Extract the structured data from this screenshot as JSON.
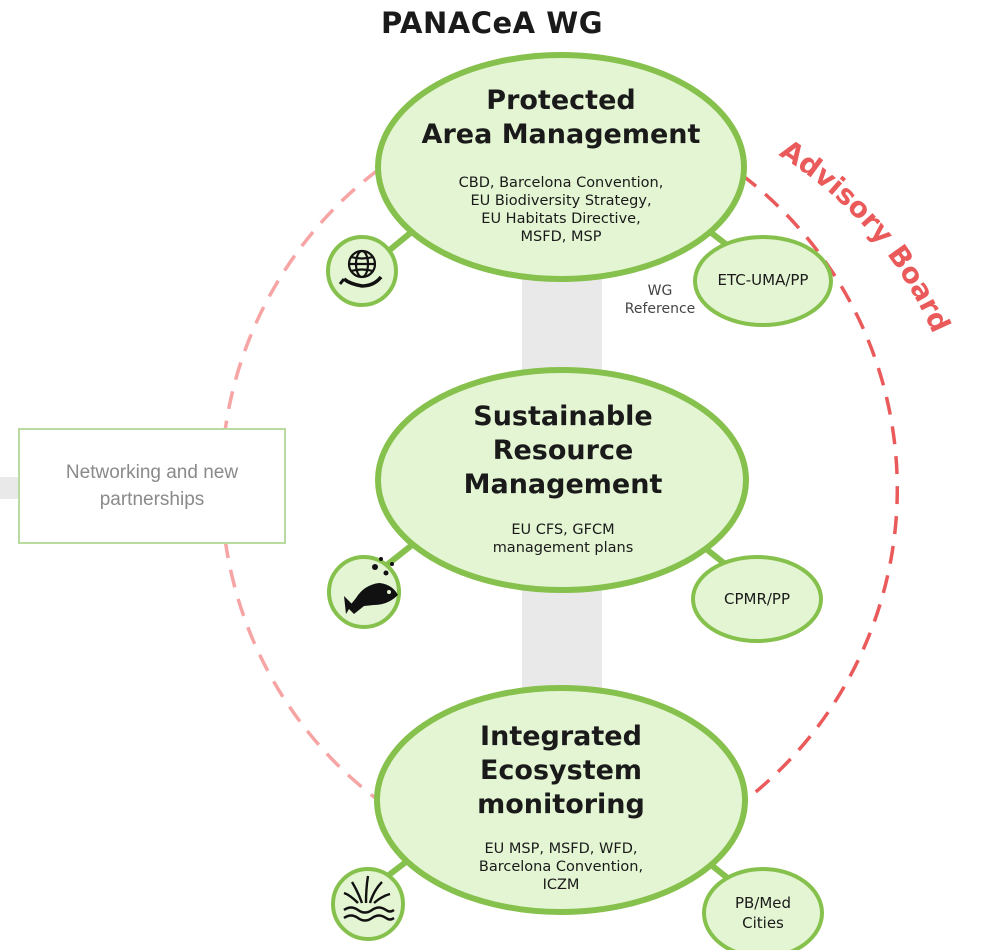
{
  "title": "PANACeA WG",
  "network_box": {
    "line1": "Networking and new",
    "line2": "partnerships"
  },
  "advisory_board": "Advisory Board",
  "wg_reference": {
    "line1": "WG",
    "line2": "Reference"
  },
  "nodes": [
    {
      "title_lines": [
        "Protected",
        "Area Management"
      ],
      "refs": [
        "CBD, Barcelona Convention,",
        "EU Biodiversity Strategy,",
        "EU Habitats Directive,",
        "MSFD, MSP"
      ],
      "partner": "ETC-UMA/PP",
      "icon": "globe-hand-icon"
    },
    {
      "title_lines": [
        "Sustainable",
        "Resource",
        "Management"
      ],
      "refs": [
        "EU CFS, GFCM",
        "management plans"
      ],
      "partner": "CPMR/PP",
      "icon": "fish-icon"
    },
    {
      "title_lines": [
        "Integrated",
        "Ecosystem",
        "monitoring"
      ],
      "refs": [
        "EU MSP, MSFD, WFD,",
        "Barcelona Convention,",
        "ICZM"
      ],
      "partner_lines": [
        "PB/Med",
        "Cities"
      ],
      "icon": "seagrass-icon"
    }
  ],
  "colors": {
    "node_fill": "#e4f5d3",
    "node_stroke": "#86c14d",
    "advisory": "#ea5a5a",
    "dash_light": "#f6a4a4",
    "connector": "#e9e9e9"
  }
}
